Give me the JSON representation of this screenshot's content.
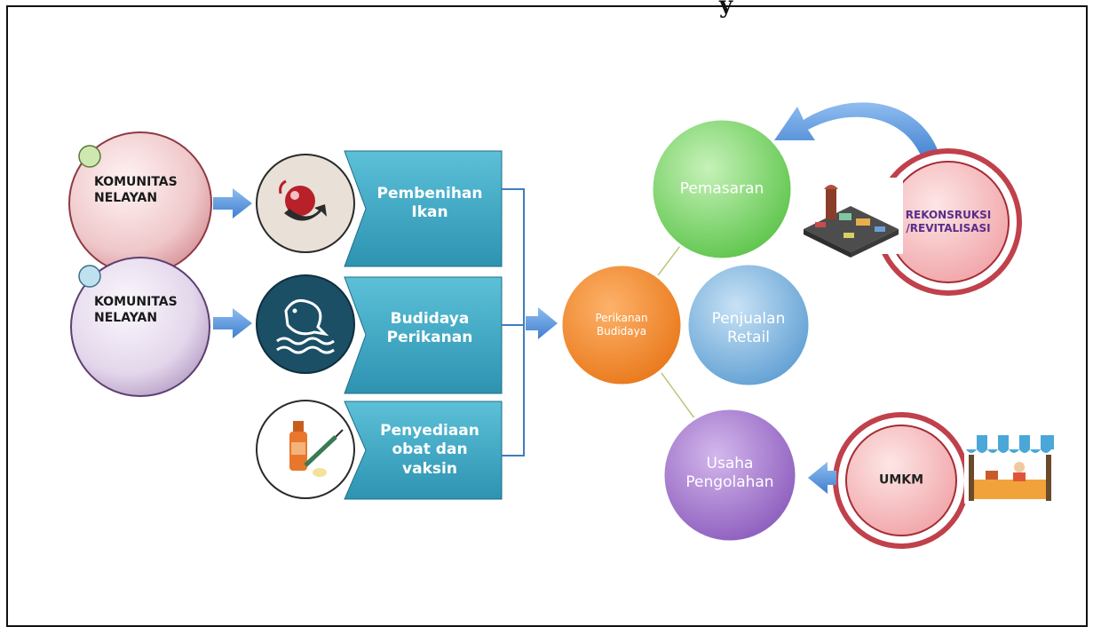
{
  "title_fragment": "y",
  "communities": [
    {
      "line1": "KOMUNITAS",
      "line2": "NELAYAN"
    },
    {
      "line1": "KOMUNITAS",
      "line2": "NELAYAN"
    }
  ],
  "activities": [
    {
      "line1": "Pembenihan",
      "line2": "Ikan",
      "icon": "fish-egg-icon"
    },
    {
      "line1": "Budidaya",
      "line2": "Perikanan",
      "icon": "fish-water-icon"
    },
    {
      "line1": "Penyediaan",
      "line2": "obat dan",
      "line3": "vaksin",
      "icon": "medicine-vaccine-icon"
    }
  ],
  "center_node": {
    "line1": "Perikanan",
    "line2": "Budidaya"
  },
  "outputs": [
    {
      "line1": "Pemasaran"
    },
    {
      "line1": "Penjualan",
      "line2": "Retail"
    },
    {
      "line1": "Usaha",
      "line2": "Pengolahan"
    }
  ],
  "supports": [
    {
      "line1": "REKONSRUKSI",
      "line2": "/REVITALISASI",
      "icon": "market-building-icon"
    },
    {
      "line1": "UMKM",
      "icon": "shop-stall-icon"
    }
  ],
  "colors": {
    "teal_box": "#3aa7c3",
    "arrow_blue": "#5b97d5",
    "community_1": "#e6b2b6",
    "community_2": "#d7c5e1",
    "center_orange": "#f28a2f",
    "green": "#7fd46c",
    "blue": "#79b3dd",
    "purple": "#a378cc",
    "red": "#e8636e"
  }
}
